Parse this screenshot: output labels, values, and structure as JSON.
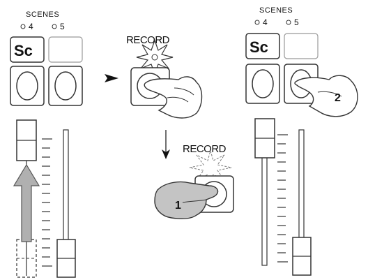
{
  "left_panel": {
    "title": "SCENES",
    "scene_a_number": "4",
    "scene_b_number": "5",
    "scene_button_label": "Sc"
  },
  "right_panel": {
    "title": "SCENES",
    "scene_a_number": "4",
    "scene_b_number": "5",
    "scene_button_label": "Sc"
  },
  "record_top": {
    "label": "RECORD"
  },
  "record_bottom": {
    "label": "RECORD",
    "step_number": "1"
  },
  "right_finger": {
    "step_number": "2"
  }
}
